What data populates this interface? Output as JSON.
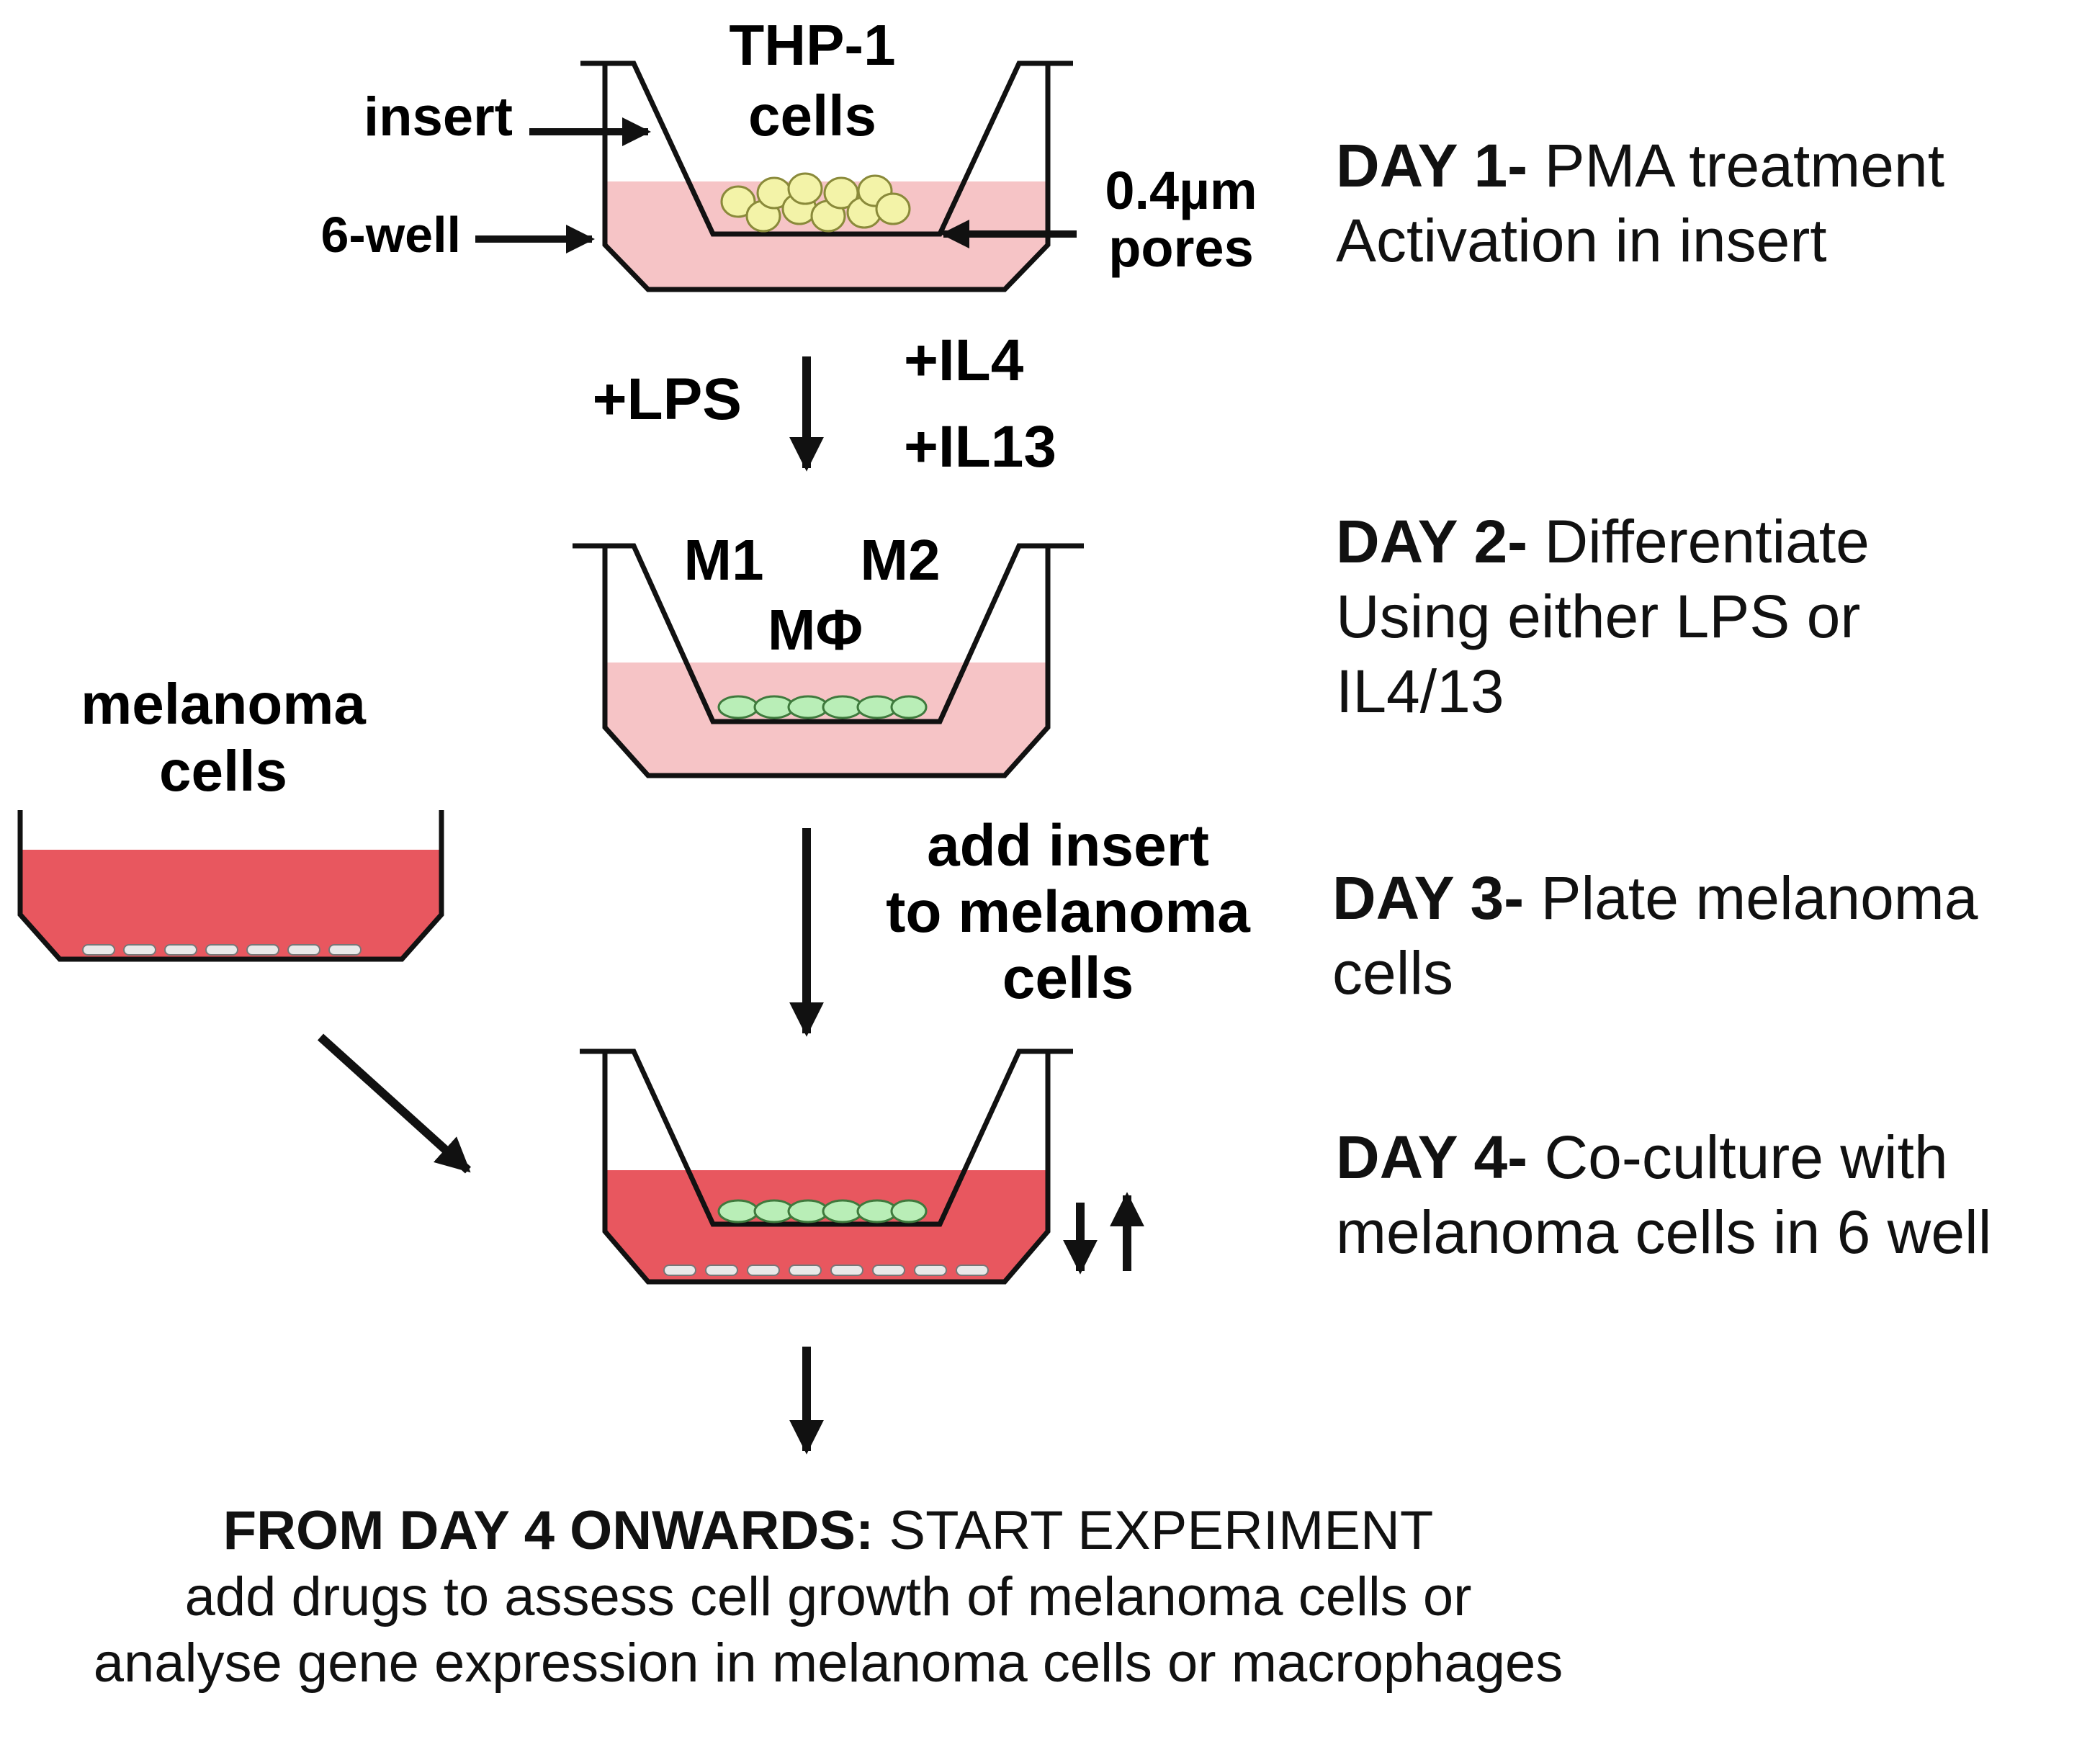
{
  "labels": {
    "thp1_line1": "THP-1",
    "thp1_line2": "cells",
    "insert": "insert",
    "six_well": "6-well",
    "pores_line1": "0.4µm",
    "pores_line2": "pores",
    "lps": "+LPS",
    "il4": "+IL4",
    "il13": "+IL13",
    "m1": "M1",
    "m2": "M2",
    "mphi": "MΦ",
    "melanoma_line1": "melanoma",
    "melanoma_line2": "cells",
    "add_insert_line1": "add insert",
    "add_insert_line2": "to melanoma",
    "add_insert_line3": "cells"
  },
  "steps": {
    "day1": {
      "head": "DAY 1-",
      "line1": " PMA treatment",
      "line2": "Activation in insert"
    },
    "day2": {
      "head": "DAY 2-",
      "line1": " Differentiate",
      "line2": "Using either LPS or",
      "line3": "IL4/13"
    },
    "day3": {
      "head": "DAY 3-",
      "line1": " Plate melanoma",
      "line2": "cells"
    },
    "day4": {
      "head": "DAY 4-",
      "line1": " Co-culture with",
      "line2": "melanoma cells in 6 well"
    }
  },
  "footer": {
    "head": "FROM DAY 4 ONWARDS:",
    "head_rest": " START EXPERIMENT",
    "line2": "add drugs to assess cell growth of melanoma cells or",
    "line3": "analyse gene expression in melanoma cells or macrophages"
  },
  "colors": {
    "medium_light": "#f6c4c6",
    "medium_dark": "#e8575f",
    "thp1_cell": "#f3f3a8",
    "macrophage_cell": "#b9eeb7",
    "melanoma_cell": "#e9e9e9",
    "line": "#111111"
  }
}
